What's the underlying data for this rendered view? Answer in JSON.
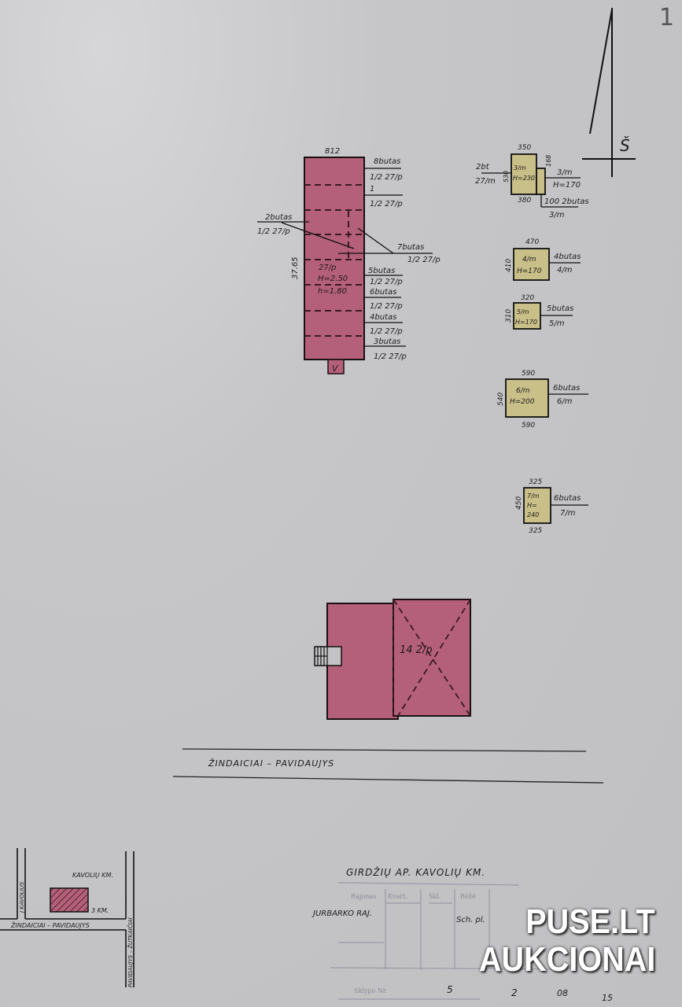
{
  "page_number": "1",
  "north_label": "Š",
  "main_building": {
    "top_dim": "812",
    "side_dim": "37.65",
    "center": [
      "27/p",
      "H=2.50",
      "h=1.80"
    ],
    "entrance": "V",
    "labels": [
      {
        "top": "8butas",
        "bottom": "1/2 27/p"
      },
      {
        "top": "1",
        "bottom": "1/2 27/p"
      },
      {
        "top": "2butas",
        "bottom": "1/2 27/p"
      },
      {
        "top": "7butas",
        "bottom": "1/2 27/p"
      },
      {
        "top": "5butas",
        "bottom": "1/2 27/p"
      },
      {
        "top": "6butas",
        "bottom": "1/2 27/p"
      },
      {
        "top": "4butas",
        "bottom": "1/2 27/p"
      },
      {
        "top": "3butas",
        "bottom": "1/2 27/p"
      }
    ]
  },
  "sheds": [
    {
      "top": "350",
      "bottom": "380",
      "side": "530",
      "inner": [
        "3/m",
        "H=230"
      ],
      "label_a": "2bt",
      "label_b": "27/m",
      "label_c": "3/m",
      "label_d": "H=170",
      "label_e": "100 2butas",
      "label_f": "3/m",
      "side2": "168"
    },
    {
      "top": "470",
      "side": "410",
      "inner": [
        "4/m",
        "H=170"
      ],
      "label": "4butas",
      "sub": "4/m"
    },
    {
      "top": "320",
      "side": "310",
      "inner": [
        "5/m",
        "H=170"
      ],
      "label": "5butas",
      "sub": "5/m"
    },
    {
      "top": "590",
      "bottom": "590",
      "side": "540",
      "inner": [
        "6/m",
        "H=200"
      ],
      "label": "6butas",
      "sub": "6/m"
    },
    {
      "top": "325",
      "bottom": "325",
      "side": "450",
      "inner": [
        "7/m",
        "H=",
        "240"
      ],
      "label": "6butas",
      "sub": "7/m"
    }
  ],
  "barn_label": "14 2/p",
  "road_label": "ŽINDAICIAI – PAVIDAUJYS",
  "inset": {
    "village": "KAVOLIŲ KM.",
    "road_h": "ŽINDAICIAI – PAVIDAUJYS",
    "road_left": "Į KAVOLIUS",
    "road_right": "PAVIDAUJYS – ŽUTKAIČIAI",
    "marker": "3 KM."
  },
  "title_block": {
    "location": "GIRDŽIŲ AP. KAVOLIŲ KM.",
    "district": "JURBARKO RAJ.",
    "col_headers": [
      "Rajonas",
      "Kvart.",
      "Skl.",
      "Rėžė"
    ],
    "scale": "Sch. pl.",
    "numbers": [
      "5",
      "2",
      "08",
      "15"
    ],
    "footer": "Sklypo Nr."
  },
  "watermark": [
    "PUSE.LT",
    "AUKCIONAI"
  ],
  "colors": {
    "residential": "#b5607a",
    "shed": "#c9bf88",
    "paper": "#c3c3c5"
  }
}
